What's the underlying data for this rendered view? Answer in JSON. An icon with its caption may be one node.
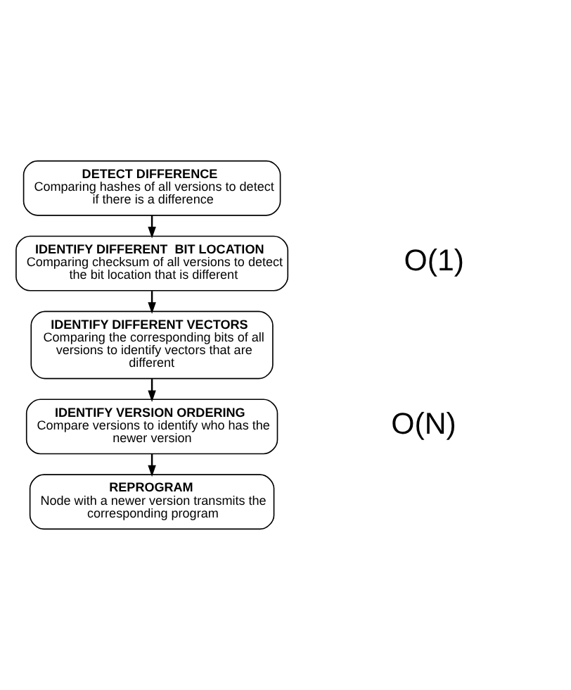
{
  "diagram": {
    "nodes": [
      {
        "text": [
          "DETECT DIFFERENCE",
          "Comparing hashes of all versions to detect if there is a difference"
        ]
      },
      {
        "text": [
          "IDENTIFY DIFFERENT  BIT LOCATION",
          "Comparing checksum of all versions to detect the bit location that is different"
        ]
      },
      {
        "text": [
          "IDENTIFY DIFFERENT VECTORS",
          "Comparing the corresponding bits of all versions to identify vectors that are different"
        ]
      },
      {
        "text": [
          "IDENTIFY VERSION ORDERING",
          "Compare versions to identify who has the newer version"
        ]
      },
      {
        "text": [
          "REPROGRAM",
          "Node with a newer version transmits the corresponding program"
        ]
      }
    ],
    "edges": [
      {
        "from": 0,
        "to": 1,
        "arrow": "to"
      },
      {
        "from": 1,
        "to": 2,
        "arrow": "to"
      },
      {
        "from": 2,
        "to": 3,
        "arrow": "to"
      },
      {
        "from": 3,
        "to": 4,
        "arrow": "to"
      }
    ],
    "labels": [
      "O(1)",
      "O(N)"
    ]
  }
}
